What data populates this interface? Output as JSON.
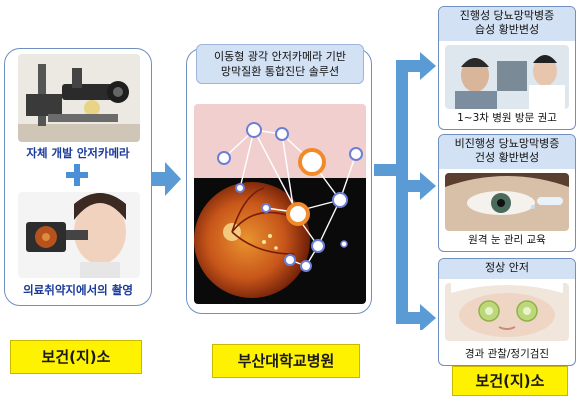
{
  "left": {
    "camera_caption": "자체 개발 안저카메라",
    "field_caption": "의료취약지에서의 촬영",
    "footer_label": "보건(지)소"
  },
  "center": {
    "header_line1": "이동형 광각 안저카메라 기반",
    "header_line2": "망막질환 통합진단 솔루션",
    "footer_label": "부산대학교병원"
  },
  "right": {
    "cards": [
      {
        "title_line1": "진행성 당뇨망막병증",
        "title_line2": "습성 황반변성",
        "foot": "1~3차 병원 방문 권고"
      },
      {
        "title_line1": "비진행성 당뇨망막병증",
        "title_line2": "건성 황반변성",
        "foot": "원격 눈 관리 교육"
      },
      {
        "title_line1": "정상 안저",
        "title_line2": "",
        "foot": "경과 관찰/정기검진"
      }
    ],
    "footer_label": "보건(지)소"
  },
  "colors": {
    "arrow": "#5b9bd5",
    "panel_border": "#6f8fc0",
    "header_fill": "#d3e1f4",
    "label_yellow": "#fff200",
    "caption_blue": "#1a3a9a",
    "plus_blue": "#4a90d9"
  }
}
